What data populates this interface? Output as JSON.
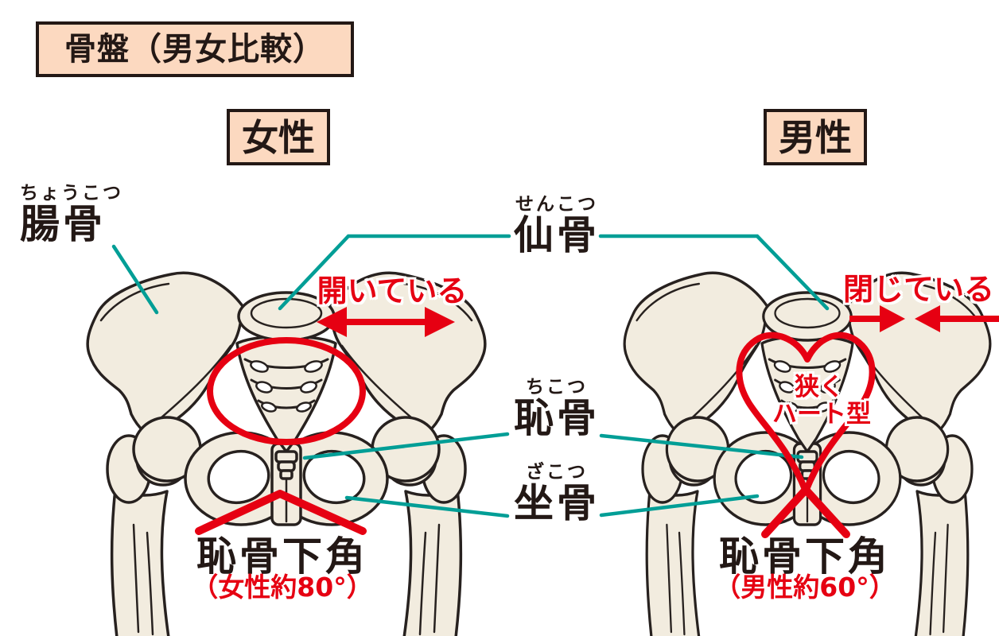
{
  "header": {
    "title": "骨盤（男女比較）"
  },
  "bone_labels": {
    "ilium": {
      "furigana": "ちょうこつ",
      "kanji": "腸骨"
    },
    "sacrum": {
      "furigana": "せんこつ",
      "kanji": "仙骨"
    },
    "pubis": {
      "furigana": "ちこつ",
      "kanji": "恥骨"
    },
    "ischium": {
      "furigana": "ざこつ",
      "kanji": "坐骨"
    }
  },
  "female": {
    "header": "女性",
    "inlet_note": "開いている",
    "angle_label": "恥骨下角",
    "angle_value": "（女性約80°）"
  },
  "male": {
    "header": "男性",
    "inlet_note": "閉じている",
    "shape_note_line1": "狭く",
    "shape_note_line2": "ハート型",
    "angle_label": "恥骨下角",
    "angle_value": "（男性約60°）"
  },
  "colors": {
    "annotation_red": "#e60012",
    "leader_teal": "#009e96",
    "bone_fill": "#f2ecdf",
    "bone_outline": "#27211f",
    "label_box_fill": "#fcd9c0",
    "text_black": "#231815"
  }
}
